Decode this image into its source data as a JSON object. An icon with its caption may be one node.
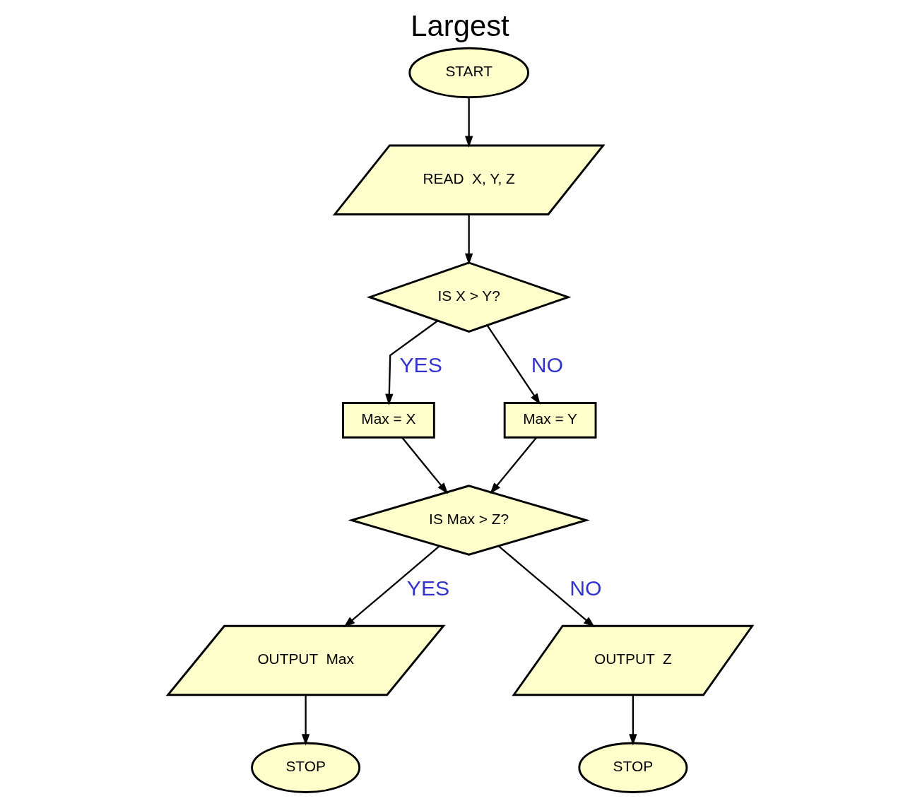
{
  "diagram": {
    "title": "Largest",
    "nodes": [
      {
        "text": [
          "START"
        ]
      },
      {
        "text": [
          "READ  X, Y, Z"
        ]
      },
      {
        "text": [
          "IS X > Y?"
        ]
      },
      {
        "text": [
          "Max = X"
        ]
      },
      {
        "text": [
          "Max = Y"
        ]
      },
      {
        "text": [
          "IS Max > Z?"
        ]
      },
      {
        "text": [
          "OUTPUT  Max"
        ]
      },
      {
        "text": [
          "OUTPUT  Z"
        ]
      },
      {
        "text": [
          "STOP"
        ]
      },
      {
        "text": [
          "STOP"
        ]
      }
    ],
    "edges": [
      {
        "from": 0,
        "to": 1,
        "arrow": "to"
      },
      {
        "from": 1,
        "to": 2,
        "arrow": "to"
      },
      {
        "from": 2,
        "to": 3,
        "arrow": "to",
        "label": "YES"
      },
      {
        "from": 2,
        "to": 4,
        "arrow": "to",
        "label": "NO"
      },
      {
        "from": 3,
        "to": 5,
        "arrow": "to"
      },
      {
        "from": 4,
        "to": 5,
        "arrow": "to"
      },
      {
        "from": 5,
        "to": 6,
        "arrow": "to",
        "label": "YES"
      },
      {
        "from": 5,
        "to": 7,
        "arrow": "to",
        "label": "NO"
      },
      {
        "from": 6,
        "to": 8,
        "arrow": "to"
      },
      {
        "from": 7,
        "to": 9,
        "arrow": "to"
      }
    ]
  }
}
